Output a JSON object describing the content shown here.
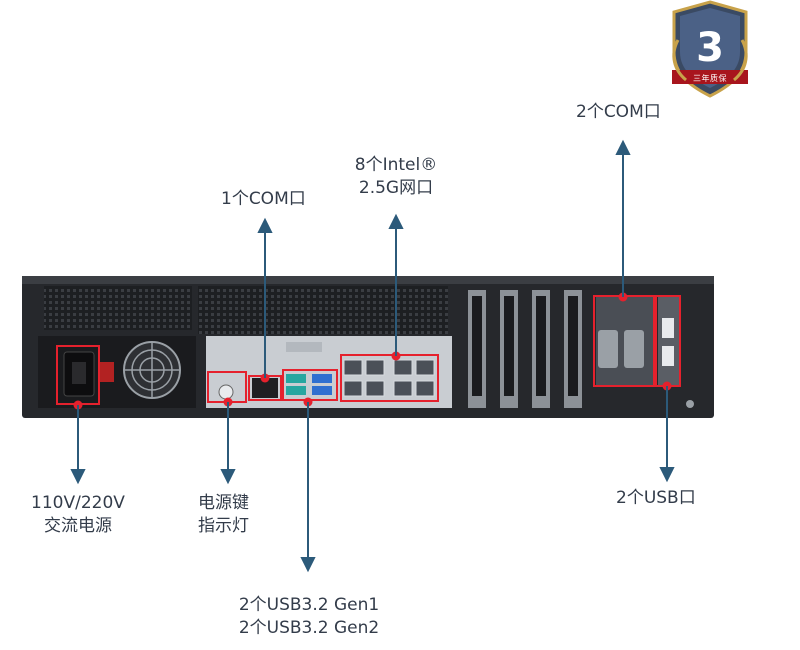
{
  "badge": {
    "number": "3",
    "text": "三年质保"
  },
  "labels": {
    "com_1": {
      "line1": "1个COM口"
    },
    "intel_lan": {
      "line1": "8个Intel®",
      "line2": "2.5G网口"
    },
    "com_2": {
      "line1": "2个COM口"
    },
    "power": {
      "line1": "110V/220V",
      "line2": "交流电源"
    },
    "power_key": {
      "line1": "电源键",
      "line2": "指示灯"
    },
    "usb": {
      "line1": "2个USB口"
    },
    "usb32": {
      "line1": "2个USB3.2 Gen1",
      "line2": "2个USB3.2 Gen2"
    }
  },
  "colors": {
    "arrow": "#2c5a7a",
    "highlight": "#e5212d",
    "chassis": "#232529",
    "io_plate": "#c9cdd2",
    "usb_blue": "#2f6fd0",
    "usb_teal": "#27a6a0"
  }
}
